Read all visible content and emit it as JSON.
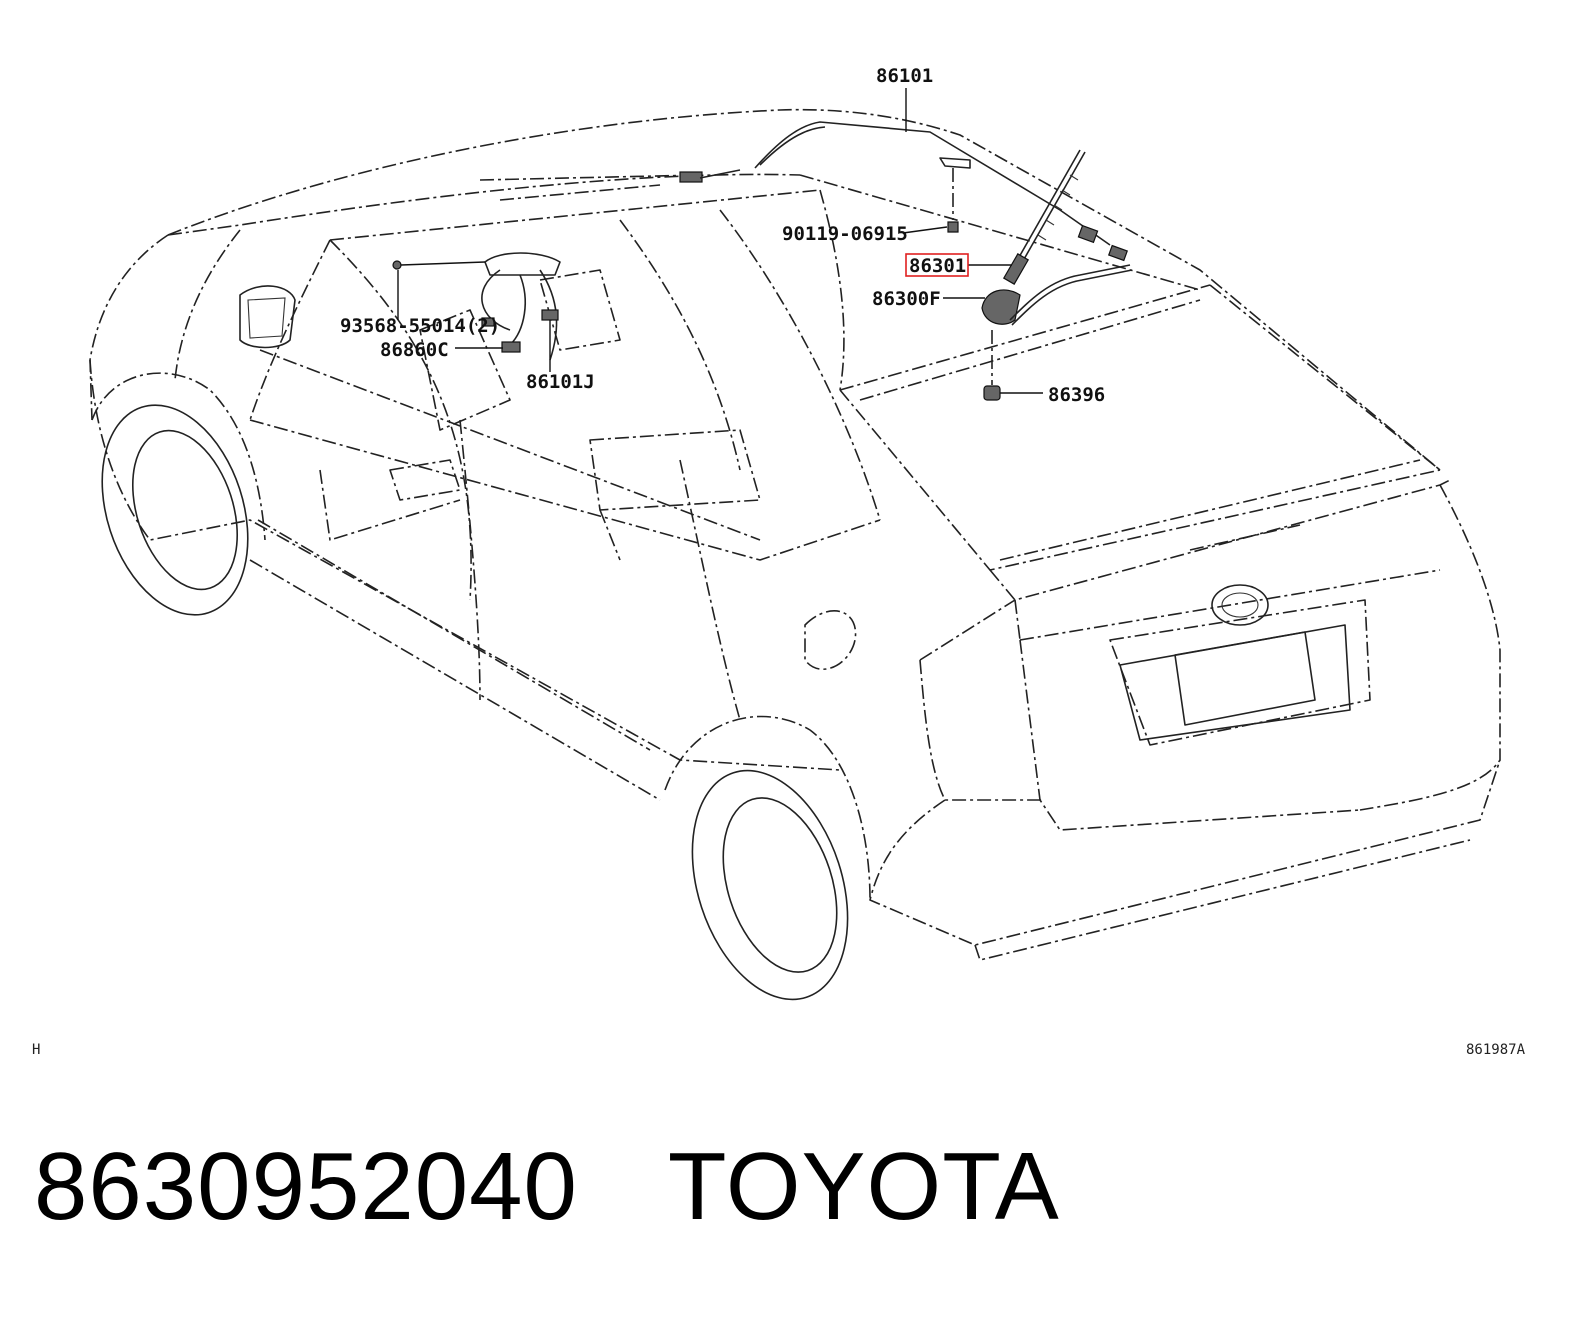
{
  "callouts": {
    "c86101": "86101",
    "c90119": "90119-06915",
    "c86301": "86301",
    "c86300f": "86300F",
    "c93568": "93568-55014(2)",
    "c86860c": "86860C",
    "c86101j": "86101J",
    "c86396": "86396"
  },
  "corner_left": "H",
  "corner_right": "861987A",
  "caption": {
    "part_number": "8630952040",
    "brand": "TOYOTA"
  },
  "highlight_color": "#e02020"
}
